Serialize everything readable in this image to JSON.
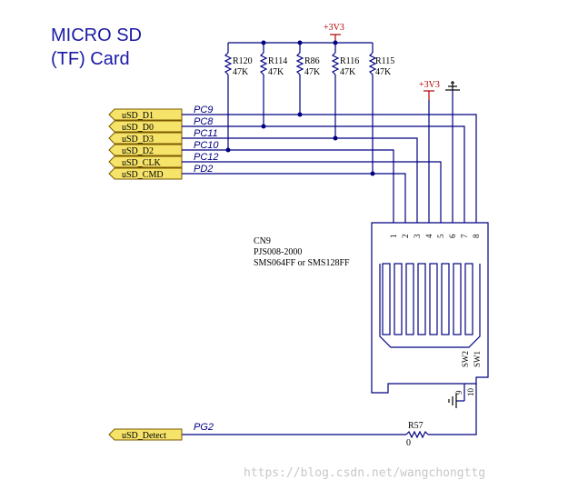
{
  "title": {
    "line1": "MICRO SD",
    "line2": "(TF) Card"
  },
  "power": {
    "vcc_top": "+3V3",
    "vcc_right": "+3V3"
  },
  "resistors": [
    {
      "ref": "R120",
      "value": "47K"
    },
    {
      "ref": "R114",
      "value": "47K"
    },
    {
      "ref": "R86",
      "value": "47K"
    },
    {
      "ref": "R116",
      "value": "47K"
    },
    {
      "ref": "R115",
      "value": "47K"
    }
  ],
  "ports": [
    {
      "label": "uSD_D1",
      "net": "PC9"
    },
    {
      "label": "uSD_D0",
      "net": "PC8"
    },
    {
      "label": "uSD_D3",
      "net": "PC11"
    },
    {
      "label": "uSD_D2",
      "net": "PC10"
    },
    {
      "label": "uSD_CLK",
      "net": "PC12"
    },
    {
      "label": "uSD_CMD",
      "net": "PD2"
    }
  ],
  "detect": {
    "label": "uSD_Detect",
    "net": "PG2",
    "resistor_ref": "R57",
    "resistor_value": "0"
  },
  "connector": {
    "ref": "CN9",
    "part": "PJS008-2000",
    "desc": "SMS064FF or SMS128FF",
    "pins": [
      "1",
      "2",
      "3",
      "4",
      "5",
      "6",
      "7",
      "8"
    ],
    "sw2": "SW2",
    "sw1": "SW1",
    "pin9": "9",
    "pin10": "10"
  },
  "watermark": "https://blog.csdn.net/wangchongttg"
}
